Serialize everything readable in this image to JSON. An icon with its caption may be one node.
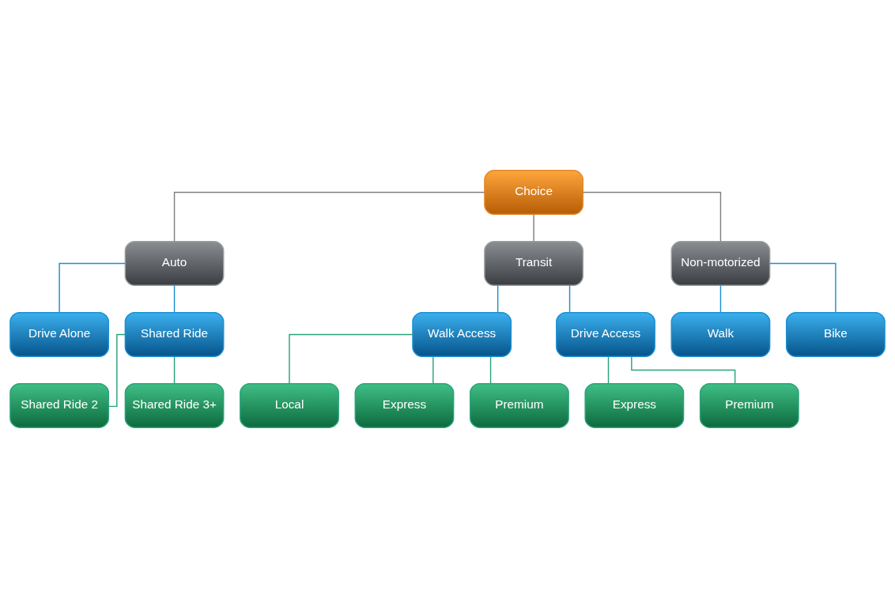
{
  "diagram": {
    "nodes": [
      {
        "text": [
          "Choice"
        ]
      },
      {
        "text": [
          "Auto"
        ]
      },
      {
        "text": [
          "Transit"
        ]
      },
      {
        "text": [
          "Non-motorized"
        ]
      },
      {
        "text": [
          "Drive Alone"
        ]
      },
      {
        "text": [
          "Shared Ride"
        ]
      },
      {
        "text": [
          "Walk Access"
        ]
      },
      {
        "text": [
          "Drive Access"
        ]
      },
      {
        "text": [
          "Walk"
        ]
      },
      {
        "text": [
          "Bike"
        ]
      },
      {
        "text": [
          "Shared Ride 2"
        ]
      },
      {
        "text": [
          "Shared Ride 3+"
        ]
      },
      {
        "text": [
          "Local"
        ]
      },
      {
        "text": [
          "Express"
        ]
      },
      {
        "text": [
          "Premium"
        ]
      },
      {
        "text": [
          "Express"
        ]
      },
      {
        "text": [
          "Premium"
        ]
      }
    ],
    "edges": [
      {
        "from": 0,
        "to": 1,
        "arrow": "none",
        "color": "#7f7f7f"
      },
      {
        "from": 0,
        "to": 2,
        "arrow": "none",
        "color": "#7f7f7f"
      },
      {
        "from": 0,
        "to": 3,
        "arrow": "none",
        "color": "#7f7f7f"
      },
      {
        "from": 1,
        "to": 4,
        "arrow": "none",
        "color": "#1b8fd2"
      },
      {
        "from": 1,
        "to": 5,
        "arrow": "none",
        "color": "#1b8fd2"
      },
      {
        "from": 2,
        "to": 6,
        "arrow": "none",
        "color": "#1b8fd2"
      },
      {
        "from": 2,
        "to": 7,
        "arrow": "none",
        "color": "#1b8fd2"
      },
      {
        "from": 3,
        "to": 8,
        "arrow": "none",
        "color": "#1b8fd2"
      },
      {
        "from": 3,
        "to": 9,
        "arrow": "none",
        "color": "#1b8fd2"
      },
      {
        "from": 5,
        "to": 10,
        "arrow": "none"
      },
      {
        "from": 5,
        "to": 11,
        "arrow": "none"
      },
      {
        "from": 6,
        "to": 12,
        "arrow": "none"
      },
      {
        "from": 6,
        "to": 13,
        "arrow": "none"
      },
      {
        "from": 6,
        "to": 14,
        "arrow": "none"
      },
      {
        "from": 7,
        "to": 15,
        "arrow": "none"
      },
      {
        "from": 7,
        "to": 16,
        "arrow": "none"
      }
    ]
  }
}
